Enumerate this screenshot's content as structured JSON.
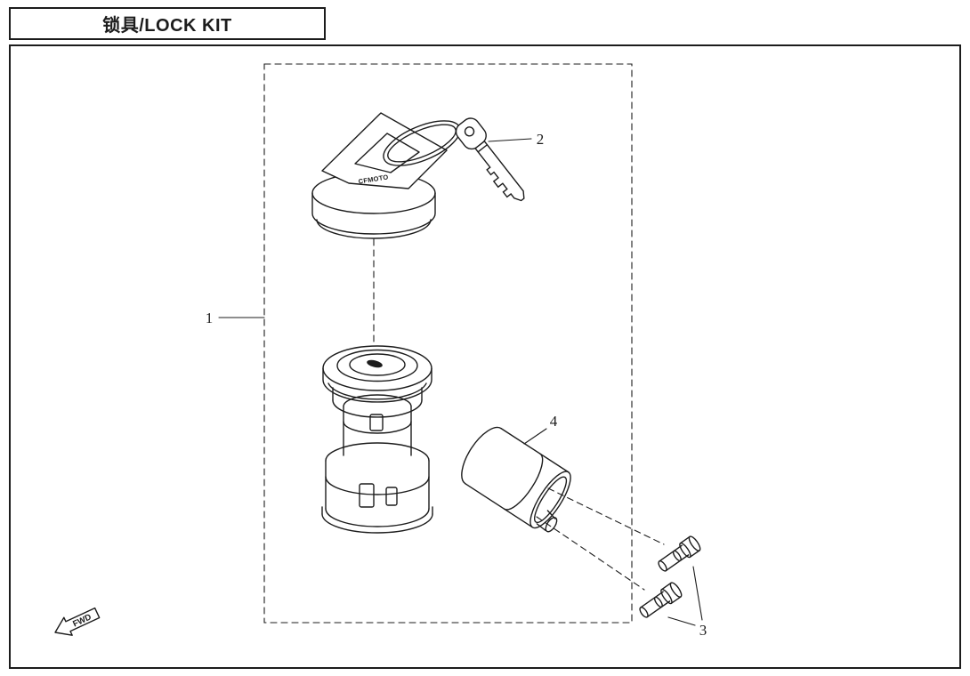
{
  "title": "锁具/LOCK KIT",
  "callouts": {
    "part1": "1",
    "part2": "2",
    "part3": "3",
    "part4": "4"
  },
  "annotations": {
    "fwd": "FWD",
    "brand": "CFMOTO"
  },
  "colors": {
    "line": "#1c1c1c",
    "background": "#ffffff"
  }
}
